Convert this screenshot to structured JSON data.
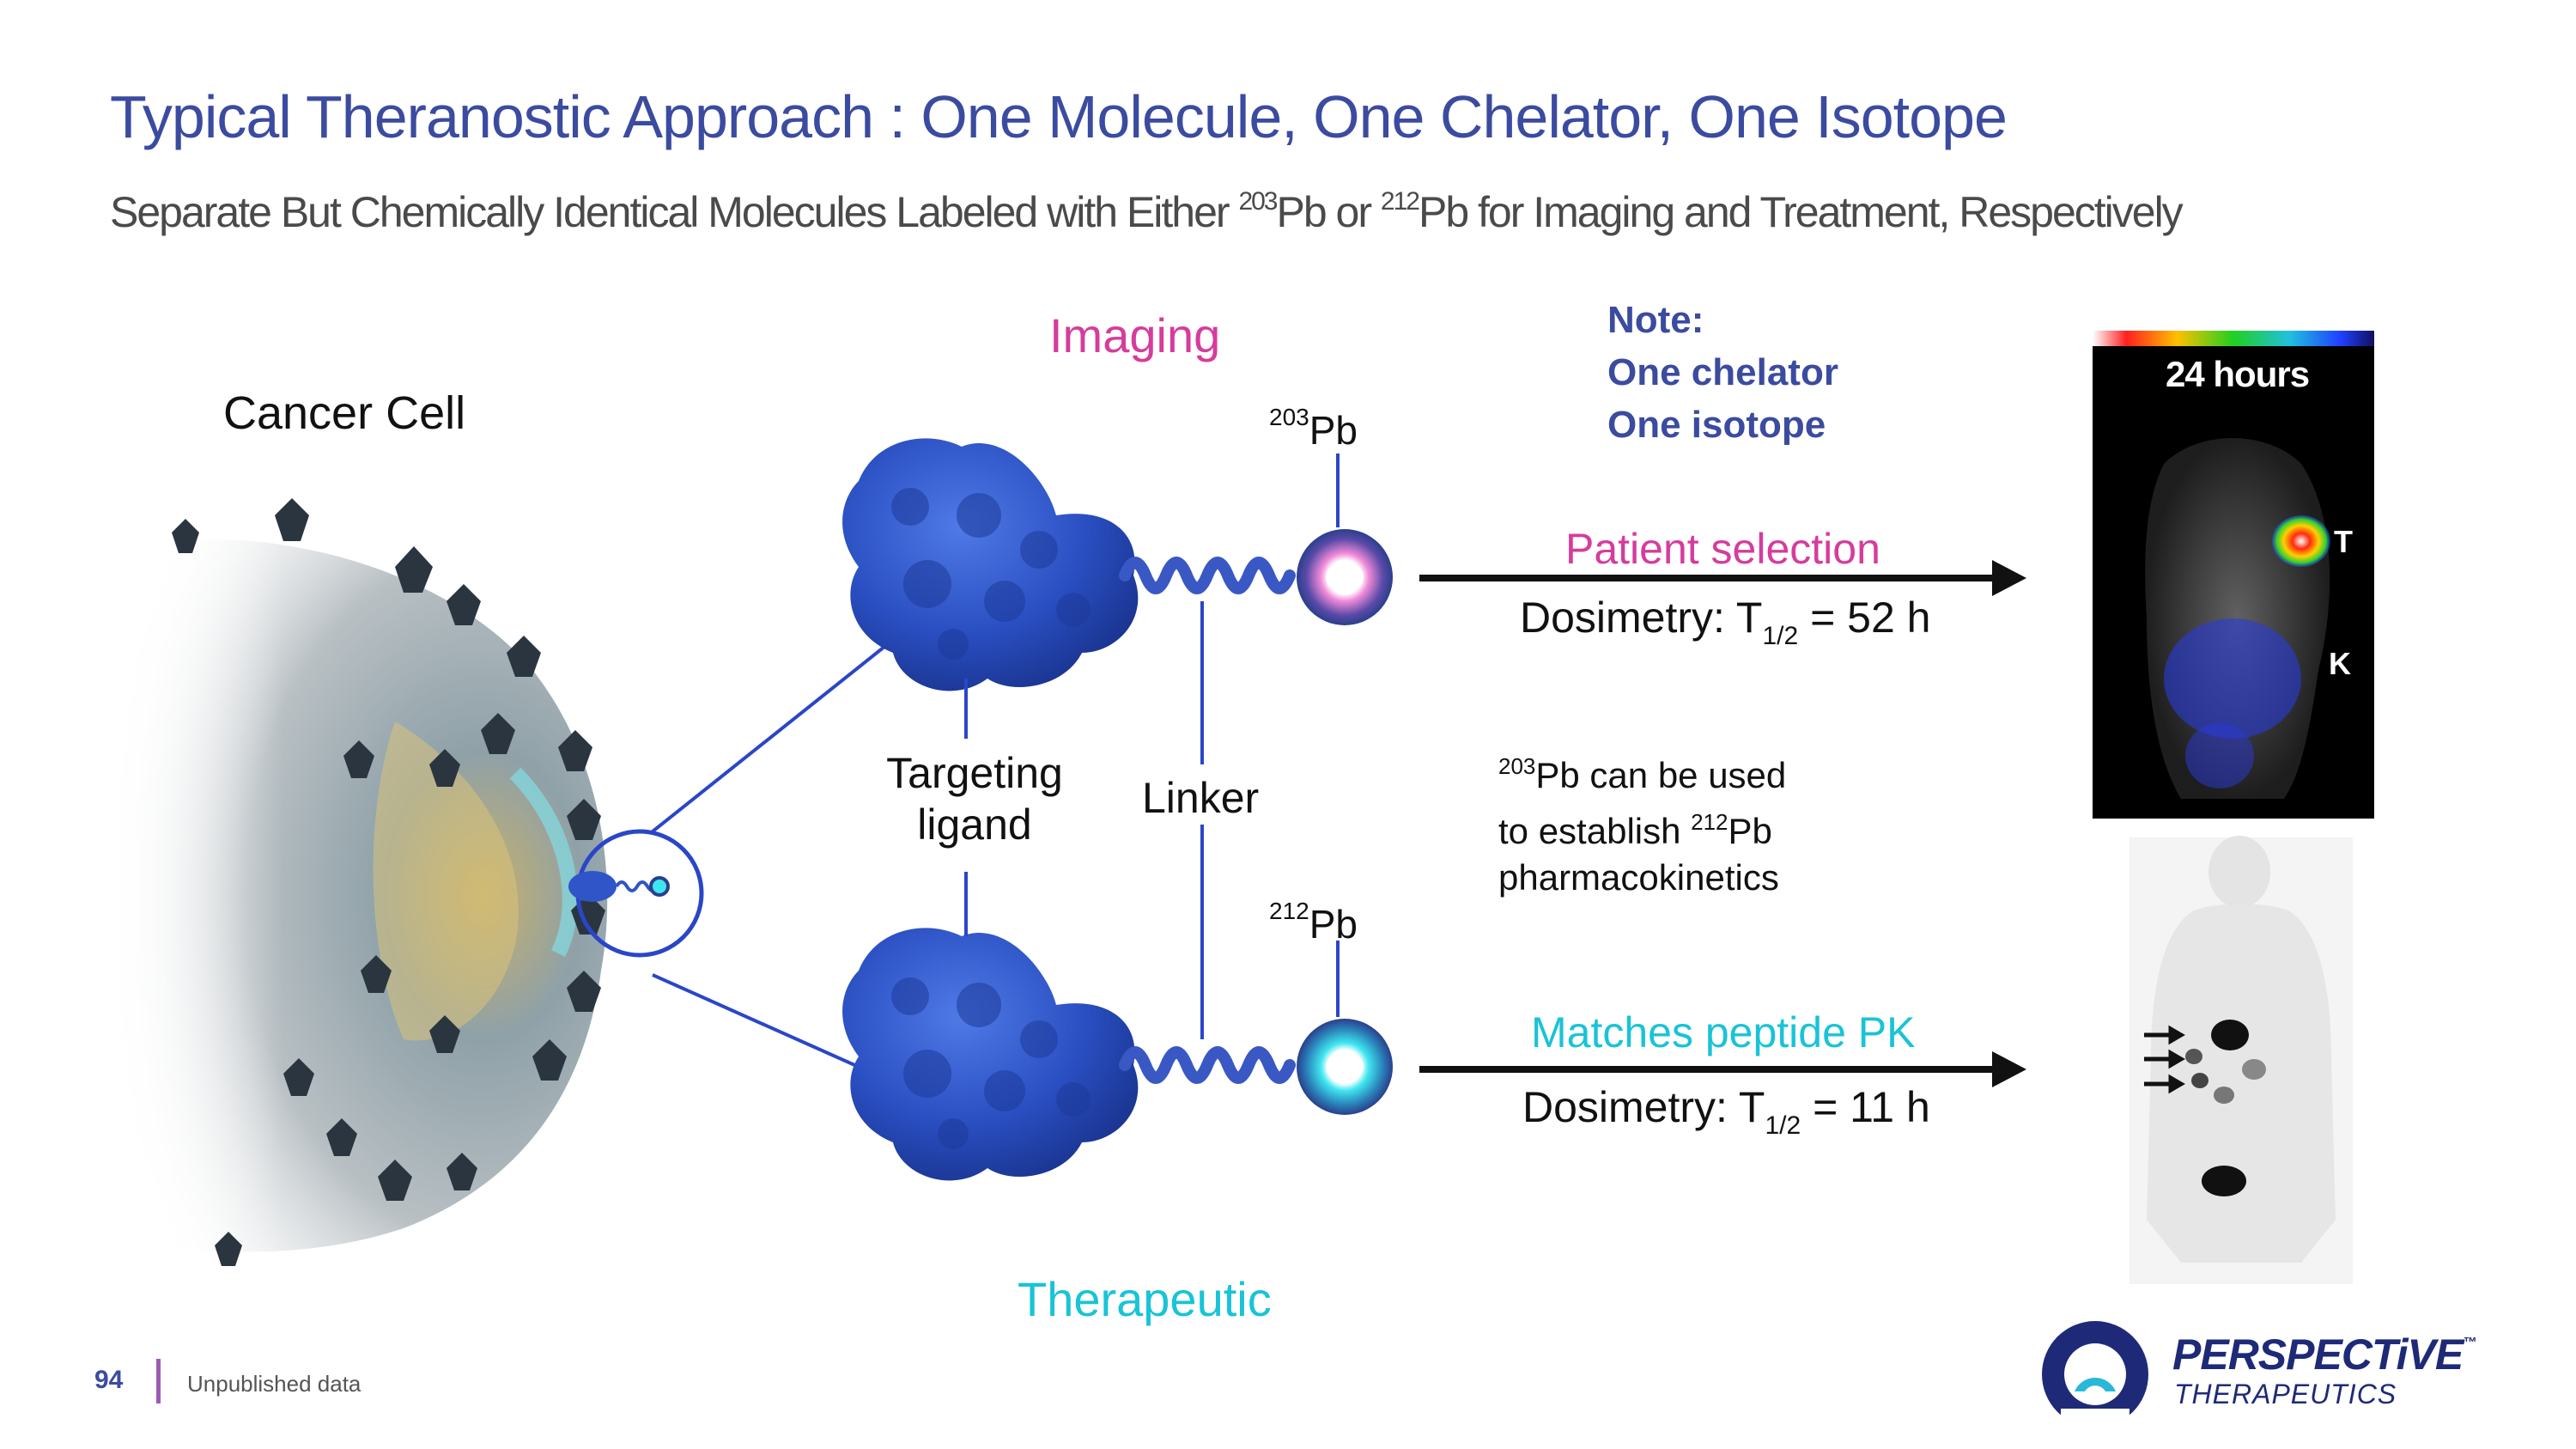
{
  "slide": {
    "title": "Typical Theranostic Approach : One Molecule, One Chelator, One Isotope",
    "subtitle_parts": {
      "p1": "Separate But Chemically Identical Molecules Labeled with Either ",
      "sup1": "203",
      "p2": "Pb or ",
      "sup2": "212",
      "p3": "Pb for Imaging and Treatment, Respectively"
    }
  },
  "diagram": {
    "cancer_cell_label": "Cancer Cell",
    "imaging_label": "Imaging",
    "therapeutic_label": "Therapeutic",
    "isotope_top": {
      "sup": "203",
      "text": "Pb"
    },
    "isotope_bottom": {
      "sup": "212",
      "text": "Pb"
    },
    "targeting_ligand_line1": "Targeting",
    "targeting_ligand_line2": "ligand",
    "linker_label": "Linker",
    "colors": {
      "imaging": "#d63c9c",
      "therapeutic": "#19c3d8",
      "protein": "#2f55c8",
      "accent": "#3b4ba0"
    }
  },
  "note": {
    "line1": "Note:",
    "line2": "One chelator",
    "line3": "One isotope"
  },
  "arrows": {
    "top_label": "Patient selection",
    "top_dosimetry_prefix": "Dosimetry: T",
    "top_dosimetry_sub": "1/2",
    "top_dosimetry_suffix": " = 52 h",
    "bottom_label": "Matches peptide PK",
    "bottom_dosimetry_prefix": "Dosimetry: T",
    "bottom_dosimetry_sub": "1/2",
    "bottom_dosimetry_suffix": " = 11 h"
  },
  "pk_note": {
    "sup1": "203",
    "line1": "Pb can be used",
    "line2_prefix": "to establish ",
    "sup2": "212",
    "line2_suffix": "Pb",
    "line3": "pharmacokinetics"
  },
  "scan_top": {
    "time_label": "24 hours",
    "marker_t": "T",
    "marker_k": "K"
  },
  "footer": {
    "page_number": "94",
    "note": "Unpublished data"
  },
  "logo": {
    "name": "PERSPECTiVE",
    "trademark": "™",
    "subname": "THERAPEUTICS"
  }
}
